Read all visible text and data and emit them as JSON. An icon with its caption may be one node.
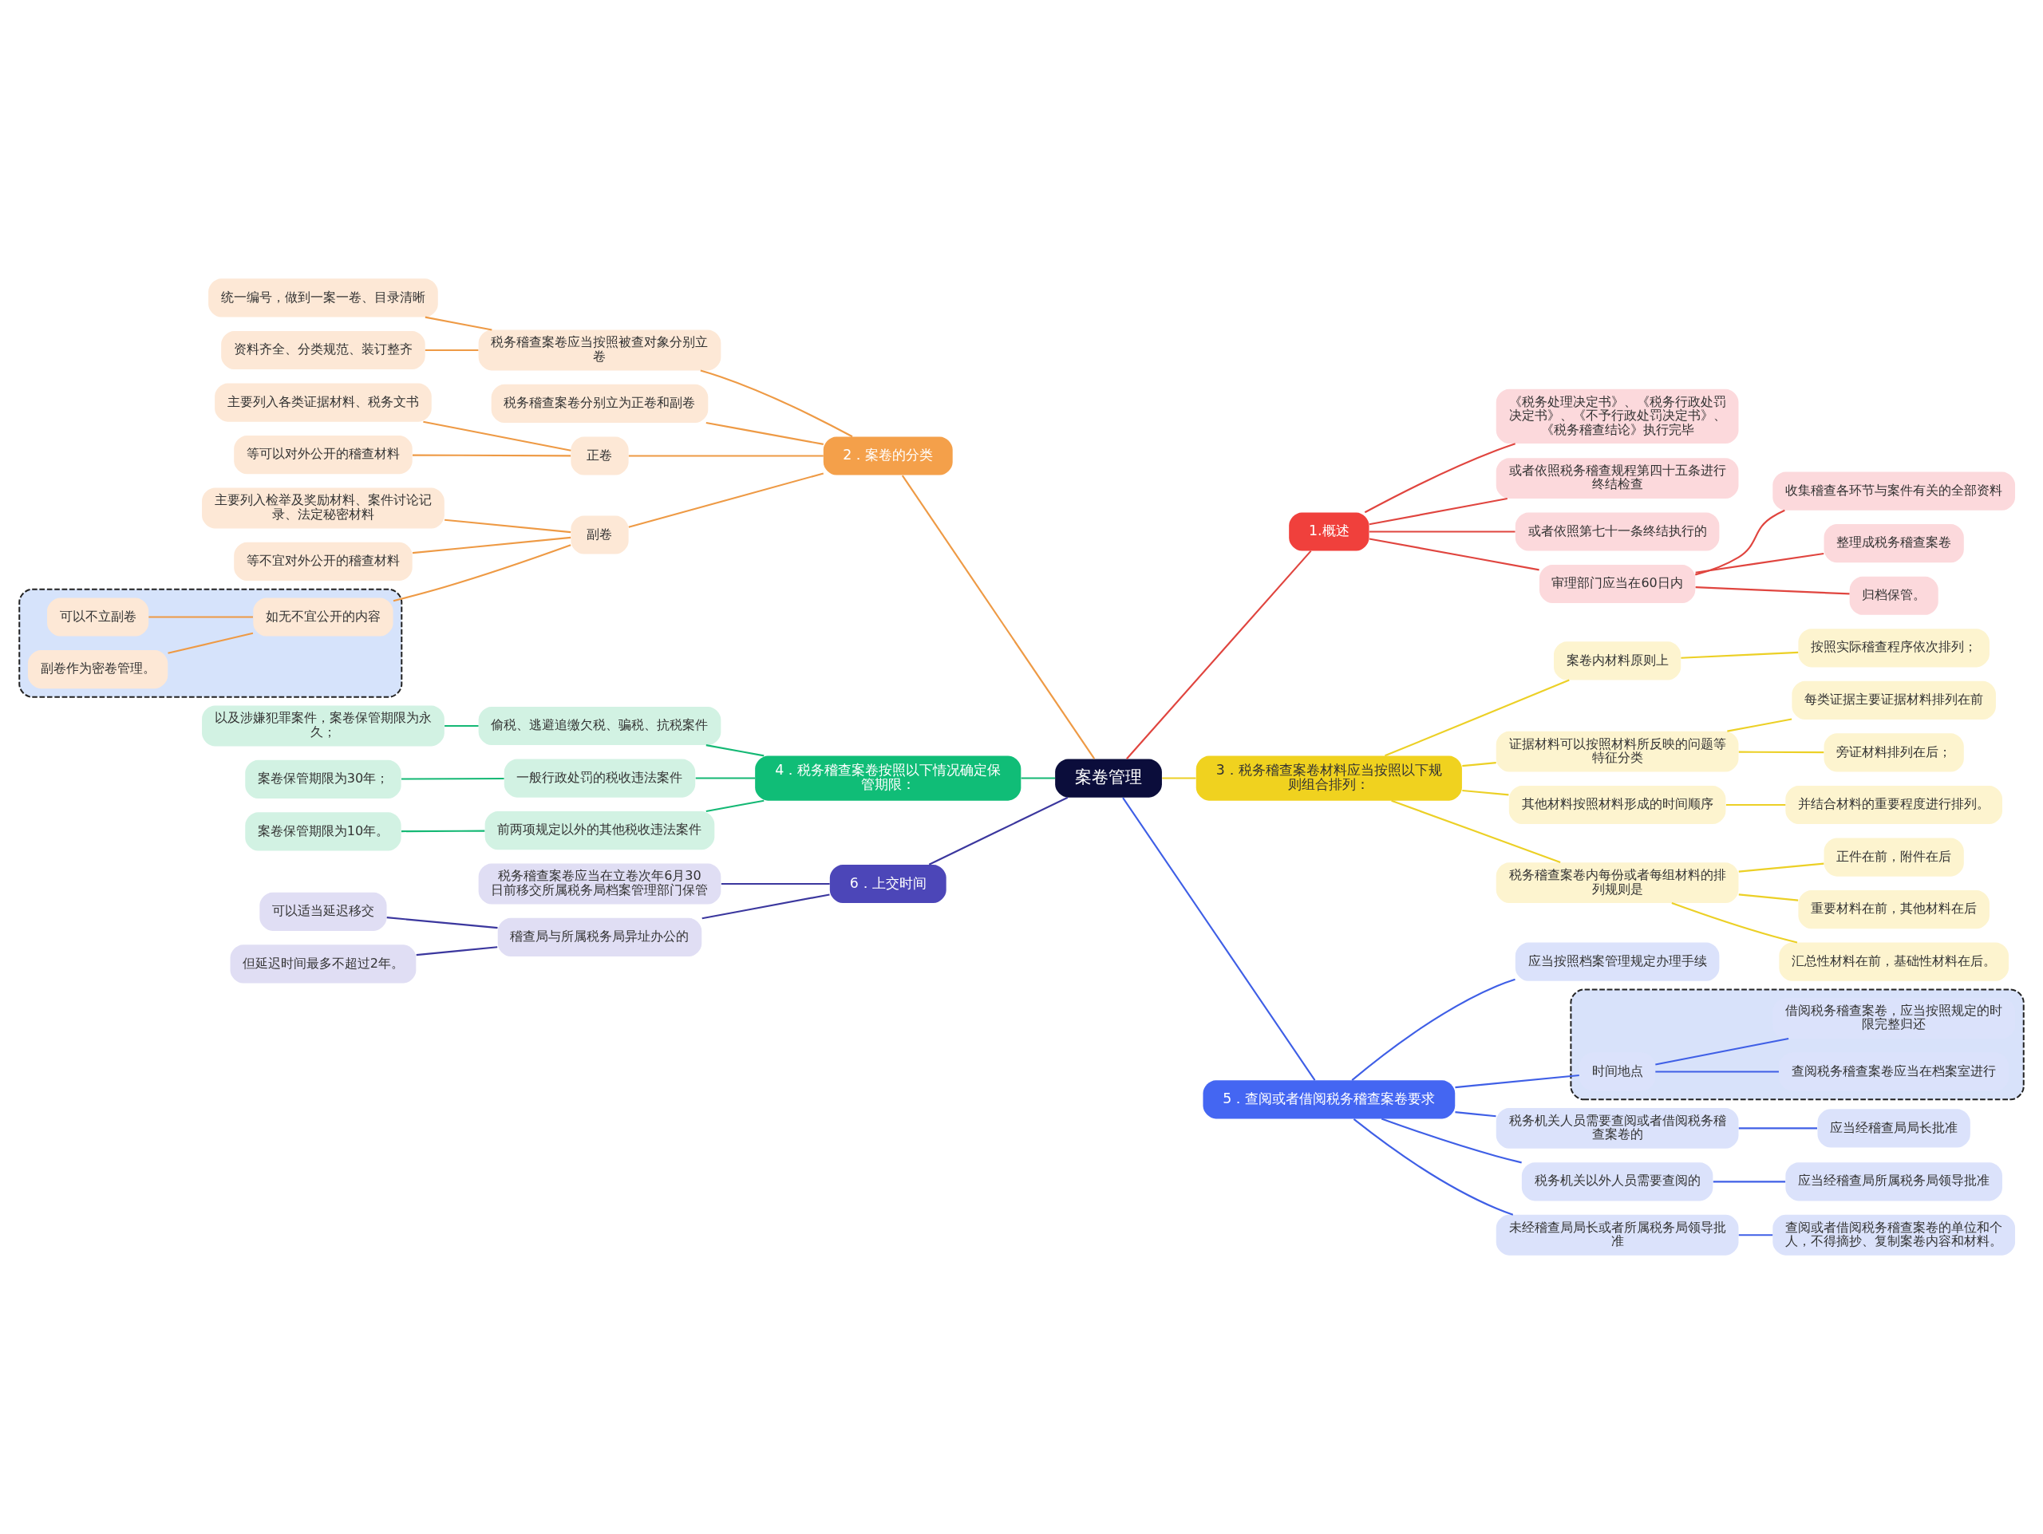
{
  "diagram": {
    "nodes": [
      {
        "text": [
          "案卷管理"
        ]
      },
      {
        "text": [
          "1.概述"
        ]
      },
      {
        "text": [
          "《税务处理决定书》、《税务行政处罚决定书》、《不予行政处罚决定书》、《税务稽查结论》执行完毕"
        ]
      },
      {
        "text": [
          "或者依照税务稽查规程第四十五条进行终结检查"
        ]
      },
      {
        "text": [
          "或者依照第七十一条终结执行的"
        ]
      },
      {
        "text": [
          "审理部门应当在60日内"
        ]
      },
      {
        "text": [
          "收集稽查各环节与案件有关的全部资料"
        ]
      },
      {
        "text": [
          "整理成税务稽查案卷"
        ]
      },
      {
        "text": [
          "归档保管。"
        ]
      },
      {
        "text": [
          "3．税务稽查案卷材料应当按照以下规则组合排列："
        ]
      },
      {
        "text": [
          "案卷内材料原则上"
        ]
      },
      {
        "text": [
          "按照实际稽查程序依次排列；"
        ]
      },
      {
        "text": [
          "证据材料可以按照材料所反映的问题等特征分类"
        ]
      },
      {
        "text": [
          "每类证据主要证据材料排列在前"
        ]
      },
      {
        "text": [
          "旁证材料排列在后；"
        ]
      },
      {
        "text": [
          "其他材料按照材料形成的时间顺序"
        ]
      },
      {
        "text": [
          "并结合材料的重要程度进行排列。"
        ]
      },
      {
        "text": [
          "税务稽查案卷内每份或者每组材料的排列规则是"
        ]
      },
      {
        "text": [
          "正件在前，附件在后"
        ]
      },
      {
        "text": [
          "重要材料在前，其他材料在后"
        ]
      },
      {
        "text": [
          "汇总性材料在前，基础性材料在后。"
        ]
      },
      {
        "text": [
          "5．查阅或者借阅税务稽查案卷要求"
        ]
      },
      {
        "text": [
          "应当按照档案管理规定办理手续"
        ]
      },
      {
        "text": [
          "税务机关人员需要查阅或者借阅税务稽查案卷的"
        ]
      },
      {
        "text": [
          "应当经稽查局局长批准"
        ]
      },
      {
        "text": [
          "税务机关以外人员需要查阅的"
        ]
      },
      {
        "text": [
          "应当经稽查局所属税务局领导批准"
        ]
      },
      {
        "text": [],
        "shape": "box"
      },
      {
        "text": [
          "时间地点"
        ],
        "in": 27
      },
      {
        "text": [
          "查阅税务稽查案卷应当在档案室进行"
        ],
        "in": 27
      },
      {
        "text": [
          "借阅税务稽查案卷，应当按照规定的时限完整归还"
        ],
        "in": 27
      },
      {
        "text": [
          "未经稽查局局长或者所属税务局领导批准"
        ]
      },
      {
        "text": [
          "查阅或者借阅税务稽查案卷的单位和个人，不得摘抄、复制案卷内容和材料。"
        ]
      },
      {
        "text": [
          "2．案卷的分类"
        ]
      },
      {
        "text": [
          "税务稽查案卷应当按照被查对象分别立卷"
        ]
      },
      {
        "text": [
          "统一编号，做到一案一卷、目录清晰"
        ]
      },
      {
        "text": [
          "资料齐全、分类规范、装订整齐"
        ]
      },
      {
        "text": [
          "税务稽查案卷分别立为正卷和副卷"
        ]
      },
      {
        "text": [
          "正卷"
        ]
      },
      {
        "text": [
          "主要列入各类证据材料、税务文书"
        ]
      },
      {
        "text": [
          "等可以对外公开的稽查材料"
        ]
      },
      {
        "text": [
          "副卷"
        ]
      },
      {
        "text": [
          "主要列入检举及奖励材料、案件讨论记录、法定秘密材料"
        ]
      },
      {
        "text": [
          "等不宜对外公开的稽查材料"
        ]
      },
      {
        "text": [],
        "shape": "box"
      },
      {
        "text": [
          "如无不宜公开的内容"
        ],
        "in": 44
      },
      {
        "text": [
          "可以不立副卷"
        ],
        "in": 44
      },
      {
        "text": [
          "副卷作为密卷管理。"
        ],
        "in": 44
      },
      {
        "text": [
          "4．税务稽查案卷按照以下情况确定保管期限："
        ]
      },
      {
        "text": [
          "偷税、逃避追缴欠税、骗税、抗税案件"
        ]
      },
      {
        "text": [
          "以及涉嫌犯罪案件，案卷保管期限为永久；"
        ]
      },
      {
        "text": [
          "一般行政处罚的税收违法案件"
        ]
      },
      {
        "text": [
          "案卷保管期限为30年；"
        ]
      },
      {
        "text": [
          "前两项规定以外的其他税收违法案件"
        ]
      },
      {
        "text": [
          "案卷保管期限为10年。"
        ]
      },
      {
        "text": [
          "6．上交时间"
        ]
      },
      {
        "text": [
          "税务稽查案卷应当在立卷次年6月30日前移交所属税务局档案管理部门保管"
        ]
      },
      {
        "text": [
          "稽查局与所属税务局异址办公的"
        ]
      },
      {
        "text": [
          "可以适当延迟移交"
        ]
      },
      {
        "text": [
          "但延迟时间最多不超过2年。"
        ]
      }
    ],
    "edges": [
      {
        "from": 0,
        "to": 1,
        "arrow": "none",
        "color": "#e0453f"
      },
      {
        "from": 1,
        "to": 2,
        "arrow": "none",
        "color": "#e0453f"
      },
      {
        "from": 1,
        "to": 3,
        "arrow": "none",
        "color": "#e0453f"
      },
      {
        "from": 1,
        "to": 4,
        "arrow": "none",
        "color": "#e0453f"
      },
      {
        "from": 1,
        "to": 5,
        "arrow": "none",
        "color": "#e0453f"
      },
      {
        "from": 5,
        "to": 6,
        "arrow": "none",
        "color": "#e0453f"
      },
      {
        "from": 5,
        "to": 7,
        "arrow": "none",
        "color": "#e0453f"
      },
      {
        "from": 5,
        "to": 8,
        "arrow": "none",
        "color": "#e0453f"
      },
      {
        "from": 0,
        "to": 9,
        "arrow": "none",
        "color": "#ecd026"
      },
      {
        "from": 9,
        "to": 10,
        "arrow": "none",
        "color": "#ecd026"
      },
      {
        "from": 10,
        "to": 11,
        "arrow": "none",
        "color": "#ecd026"
      },
      {
        "from": 9,
        "to": 12,
        "arrow": "none",
        "color": "#ecd026"
      },
      {
        "from": 12,
        "to": 13,
        "arrow": "none",
        "color": "#ecd026"
      },
      {
        "from": 12,
        "to": 14,
        "arrow": "none",
        "color": "#ecd026"
      },
      {
        "from": 9,
        "to": 15,
        "arrow": "none",
        "color": "#ecd026"
      },
      {
        "from": 15,
        "to": 16,
        "arrow": "none",
        "color": "#ecd026"
      },
      {
        "from": 9,
        "to": 17,
        "arrow": "none",
        "color": "#ecd026"
      },
      {
        "from": 17,
        "to": 18,
        "arrow": "none",
        "color": "#ecd026"
      },
      {
        "from": 17,
        "to": 19,
        "arrow": "none",
        "color": "#ecd026"
      },
      {
        "from": 17,
        "to": 20,
        "arrow": "none",
        "color": "#ecd026"
      },
      {
        "from": 0,
        "to": 21,
        "arrow": "none",
        "color": "#3f5fe6"
      },
      {
        "from": 21,
        "to": 22,
        "arrow": "none",
        "color": "#3f5fe6"
      },
      {
        "from": 21,
        "to": 23,
        "arrow": "none",
        "color": "#3f5fe6"
      },
      {
        "from": 23,
        "to": 24,
        "arrow": "none",
        "color": "#3f5fe6"
      },
      {
        "from": 21,
        "to": 25,
        "arrow": "none",
        "color": "#3f5fe6"
      },
      {
        "from": 25,
        "to": 26,
        "arrow": "none",
        "color": "#3f5fe6"
      },
      {
        "from": 21,
        "to": 28,
        "arrow": "none",
        "color": "#3f5fe6"
      },
      {
        "from": 28,
        "to": 29,
        "arrow": "none",
        "color": "#3f5fe6"
      },
      {
        "from": 28,
        "to": 30,
        "arrow": "none",
        "color": "#3f5fe6"
      },
      {
        "from": 21,
        "to": 31,
        "arrow": "none",
        "color": "#3f5fe6"
      },
      {
        "from": 31,
        "to": 32,
        "arrow": "none",
        "color": "#3f5fe6"
      },
      {
        "from": 0,
        "to": 33,
        "arrow": "none",
        "color": "#ee9a45"
      },
      {
        "from": 33,
        "to": 34,
        "arrow": "none",
        "color": "#ee9a45"
      },
      {
        "from": 34,
        "to": 35,
        "arrow": "none",
        "color": "#ee9a45"
      },
      {
        "from": 34,
        "to": 36,
        "arrow": "none",
        "color": "#ee9a45"
      },
      {
        "from": 33,
        "to": 37,
        "arrow": "none",
        "color": "#ee9a45"
      },
      {
        "from": 33,
        "to": 38,
        "arrow": "none",
        "color": "#ee9a45"
      },
      {
        "from": 38,
        "to": 39,
        "arrow": "none",
        "color": "#ee9a45"
      },
      {
        "from": 38,
        "to": 40,
        "arrow": "none",
        "color": "#ee9a45"
      },
      {
        "from": 33,
        "to": 41,
        "arrow": "none",
        "color": "#ee9a45"
      },
      {
        "from": 41,
        "to": 42,
        "arrow": "none",
        "color": "#ee9a45"
      },
      {
        "from": 41,
        "to": 43,
        "arrow": "none",
        "color": "#ee9a45"
      },
      {
        "from": 41,
        "to": 45,
        "arrow": "none",
        "color": "#ee9a45"
      },
      {
        "from": 45,
        "to": 46,
        "arrow": "none",
        "color": "#ee9a45"
      },
      {
        "from": 45,
        "to": 47,
        "arrow": "none",
        "color": "#ee9a45"
      },
      {
        "from": 0,
        "to": 48,
        "arrow": "none",
        "color": "#14b874"
      },
      {
        "from": 48,
        "to": 49,
        "arrow": "none",
        "color": "#14b874"
      },
      {
        "from": 49,
        "to": 50,
        "arrow": "none",
        "color": "#14b874"
      },
      {
        "from": 48,
        "to": 51,
        "arrow": "none",
        "color": "#14b874"
      },
      {
        "from": 51,
        "to": 52,
        "arrow": "none",
        "color": "#14b874"
      },
      {
        "from": 48,
        "to": 53,
        "arrow": "none",
        "color": "#14b874"
      },
      {
        "from": 53,
        "to": 54,
        "arrow": "none",
        "color": "#14b874"
      },
      {
        "from": 0,
        "to": 55,
        "arrow": "none",
        "color": "#3b379e"
      },
      {
        "from": 55,
        "to": 56,
        "arrow": "none",
        "color": "#3b379e"
      },
      {
        "from": 55,
        "to": 57,
        "arrow": "none",
        "color": "#3b379e"
      },
      {
        "from": 57,
        "to": 58,
        "arrow": "none",
        "color": "#3b379e"
      },
      {
        "from": 57,
        "to": 59,
        "arrow": "none",
        "color": "#3b379e"
      }
    ]
  }
}
